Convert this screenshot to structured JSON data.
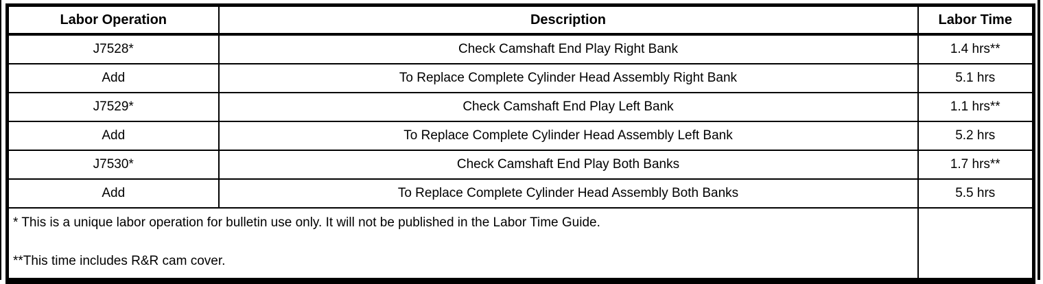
{
  "colors": {
    "border": "#000000",
    "background": "#ffffff",
    "text": "#000000"
  },
  "table": {
    "columns": {
      "labor_operation": "Labor Operation",
      "description": "Description",
      "labor_time": "Labor Time"
    },
    "rows": [
      {
        "labor_operation": "J7528*",
        "description": "Check Camshaft End Play Right Bank",
        "labor_time": "1.4 hrs**"
      },
      {
        "labor_operation": "Add",
        "description": "To Replace Complete Cylinder Head Assembly Right Bank",
        "labor_time": "5.1 hrs"
      },
      {
        "labor_operation": "J7529*",
        "description": "Check Camshaft End Play Left Bank",
        "labor_time": "1.1 hrs**"
      },
      {
        "labor_operation": "Add",
        "description": "To Replace Complete Cylinder Head Assembly Left Bank",
        "labor_time": "5.2 hrs"
      },
      {
        "labor_operation": "J7530*",
        "description": "Check Camshaft End Play Both Banks",
        "labor_time": "1.7 hrs**"
      },
      {
        "labor_operation": "Add",
        "description": "To Replace Complete Cylinder Head Assembly Both Banks",
        "labor_time": "5.5 hrs"
      }
    ],
    "footnotes": {
      "single_asterisk": "* This is a unique labor operation for bulletin use only. It will not be published in the Labor Time Guide.",
      "double_asterisk": "**This time includes R&R cam cover."
    }
  }
}
